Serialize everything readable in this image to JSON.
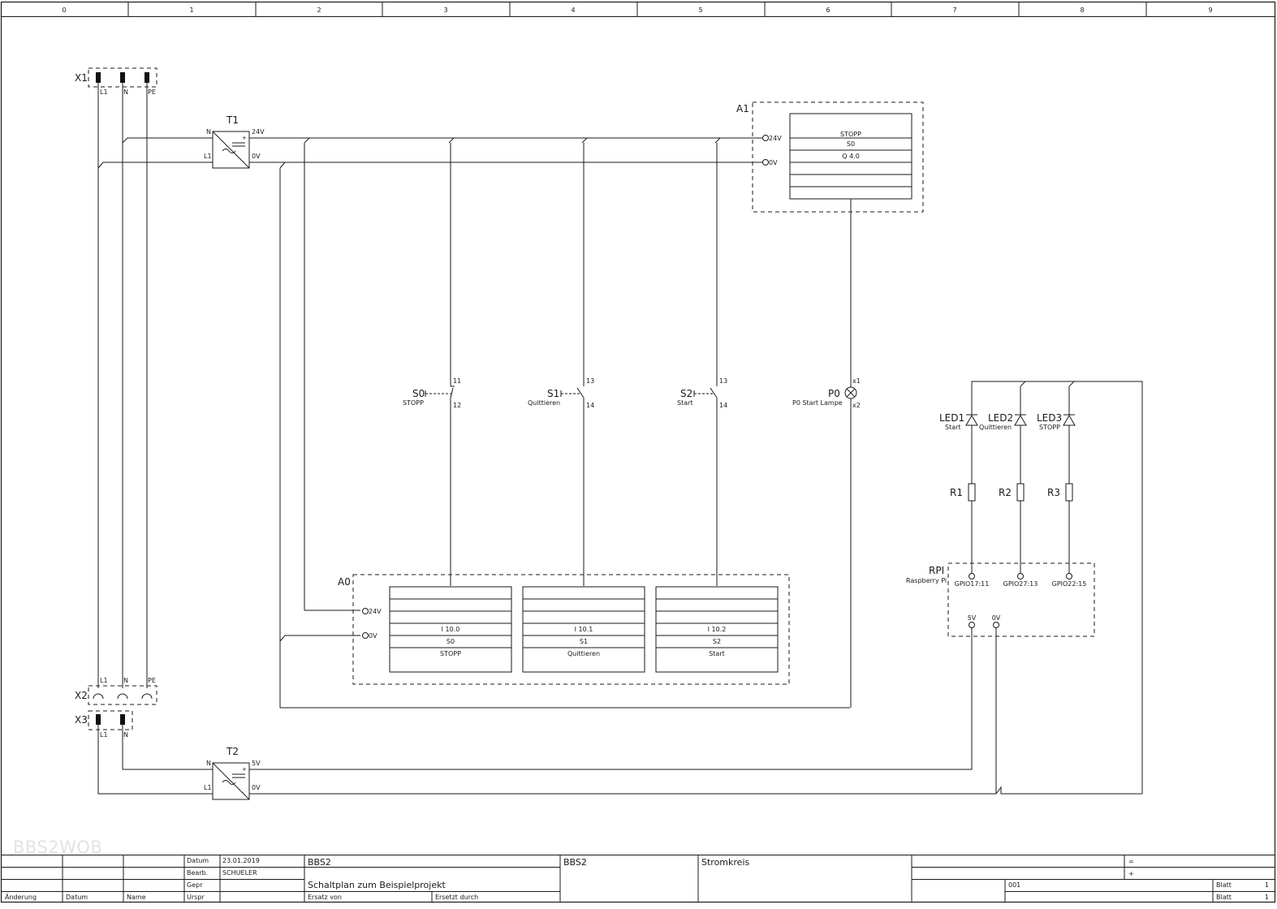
{
  "grid": {
    "columns": [
      "0",
      "1",
      "2",
      "3",
      "4",
      "5",
      "6",
      "7",
      "8",
      "9"
    ]
  },
  "watermark": "BBS2WOB",
  "components": {
    "x1": {
      "tag": "X1",
      "pins": [
        "L1",
        "N",
        "PE"
      ]
    },
    "x2": {
      "tag": "X2",
      "pins": [
        "L1",
        "N",
        "PE"
      ]
    },
    "x3": {
      "tag": "X3",
      "pins": [
        "L1",
        "N"
      ]
    },
    "t1": {
      "tag": "T1",
      "in_n": "N",
      "in_l1": "L1",
      "out_plus": "24V",
      "out_minus": "0V"
    },
    "t2": {
      "tag": "T2",
      "in_n": "N",
      "in_l1": "L1",
      "out_plus": "5V",
      "out_minus": "0V"
    },
    "a1": {
      "tag": "A1",
      "port_24v": "24V",
      "port_0v": "0V",
      "rows": [
        "STOPP",
        "S0",
        "Q 4.0",
        "",
        "",
        ""
      ]
    },
    "a0": {
      "tag": "A0",
      "port_24v": "24V",
      "port_0v": "0V",
      "modules": [
        {
          "rows": [
            "",
            "",
            "",
            "I 10.0",
            "S0",
            "STOPP"
          ]
        },
        {
          "rows": [
            "",
            "",
            "",
            "I 10.1",
            "S1",
            "Quittieren"
          ]
        },
        {
          "rows": [
            "",
            "",
            "",
            "I 10.2",
            "S2",
            "Start"
          ]
        }
      ]
    },
    "s0": {
      "tag": "S0",
      "desc": "STOPP",
      "top": "11",
      "bottom": "12"
    },
    "s1": {
      "tag": "S1",
      "desc": "Quittieren",
      "top": "13",
      "bottom": "14"
    },
    "s2": {
      "tag": "S2",
      "desc": "Start",
      "top": "13",
      "bottom": "14"
    },
    "p0": {
      "tag": "P0",
      "desc": "P0 Start Lampe",
      "top": "x1",
      "bottom": "x2"
    },
    "leds": [
      {
        "tag": "LED1",
        "desc": "Start"
      },
      {
        "tag": "LED2",
        "desc": "Quittieren"
      },
      {
        "tag": "LED3",
        "desc": "STOPP"
      }
    ],
    "resistors": [
      {
        "tag": "R1"
      },
      {
        "tag": "R2"
      },
      {
        "tag": "R3"
      }
    ],
    "rpi": {
      "tag": "RPI",
      "desc": "Raspberry Pi",
      "gpio": [
        "GPIO17:11",
        "GPIO27:13",
        "GPIO22:15"
      ],
      "supply": [
        "5V",
        "0V"
      ]
    }
  },
  "title_block": {
    "lbl_aenderung": "Änderung",
    "lbl_datum_col": "Datum",
    "lbl_name": "Name",
    "lbl_datum": "Datum",
    "lbl_bearb": "Bearb.",
    "lbl_gepr": "Gepr",
    "lbl_urspr": "Urspr",
    "datum": "23.01.2019",
    "bearb": "SCHUELER",
    "company": "BBS2",
    "project": "Schaltplan zum Beispielprojekt",
    "lbl_ersatz_von": "Ersatz von",
    "lbl_ersetzt_durch": "Ersetzt durch",
    "company2": "BBS2",
    "sheet_title": "Stromkreis",
    "eq": "=",
    "plus": "+",
    "page": "001",
    "lbl_blatt": "Blatt",
    "blatt1": "1",
    "lbl_blatt2": "Blatt",
    "blatt2": "1"
  }
}
